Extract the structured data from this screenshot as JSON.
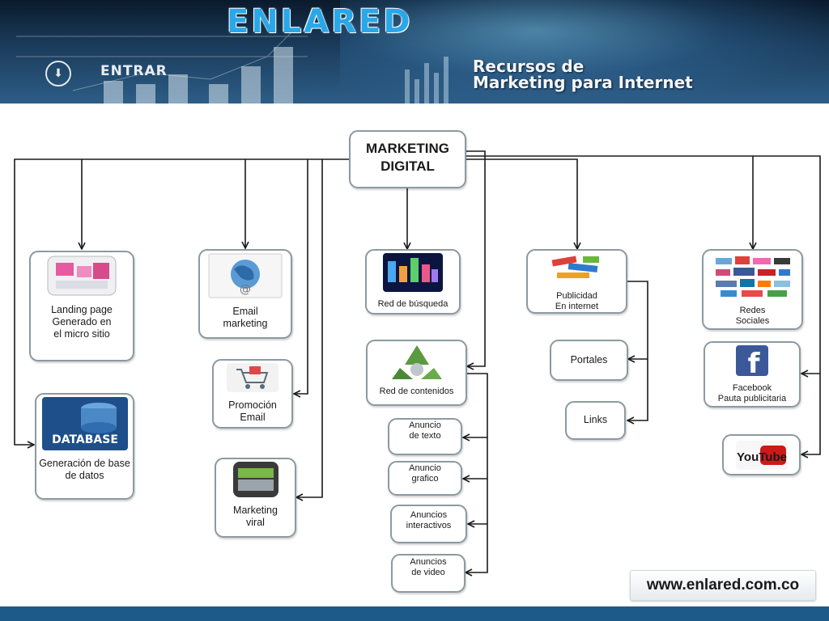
{
  "header": {
    "logo": "ENLARED",
    "enter": "ENTRAR",
    "subtitle": "Recursos de\nMarketing para Internet"
  },
  "diagram": {
    "root": "MARKETING\nDIGITAL",
    "landing": "Landing page\nGenerado en\nel micro sitio",
    "database": "Generación de base\nde datos",
    "email": "Email\nmarketing",
    "promo": "Promoción\nEmail",
    "viral": "Marketing\nviral",
    "busqueda": "Red de búsqueda",
    "contenidos": "Red de contenidos",
    "anuncio_texto": "Anuncio\nde texto",
    "anuncio_grafico": "Anuncio\ngrafico",
    "anuncios_interactivos": "Anuncios\ninteractivos",
    "anuncios_video": "Anuncios\nde video",
    "publicidad": "Publicidad\nEn internet",
    "portales": "Portales",
    "links": "Links",
    "redes": "Redes\nSociales",
    "facebook": "Facebook\nPauta publicitaria",
    "youtube_logo": "YouTube",
    "database_logo": "DATABASE",
    "facebook_logo": "f"
  },
  "footer": {
    "url": "www.enlared.com.co"
  },
  "colors": {
    "connector": "#1a1a1a",
    "node_border": "#8c9aa1",
    "footer_bar": "#1d5a8a",
    "logo": "#2aa7e8"
  }
}
